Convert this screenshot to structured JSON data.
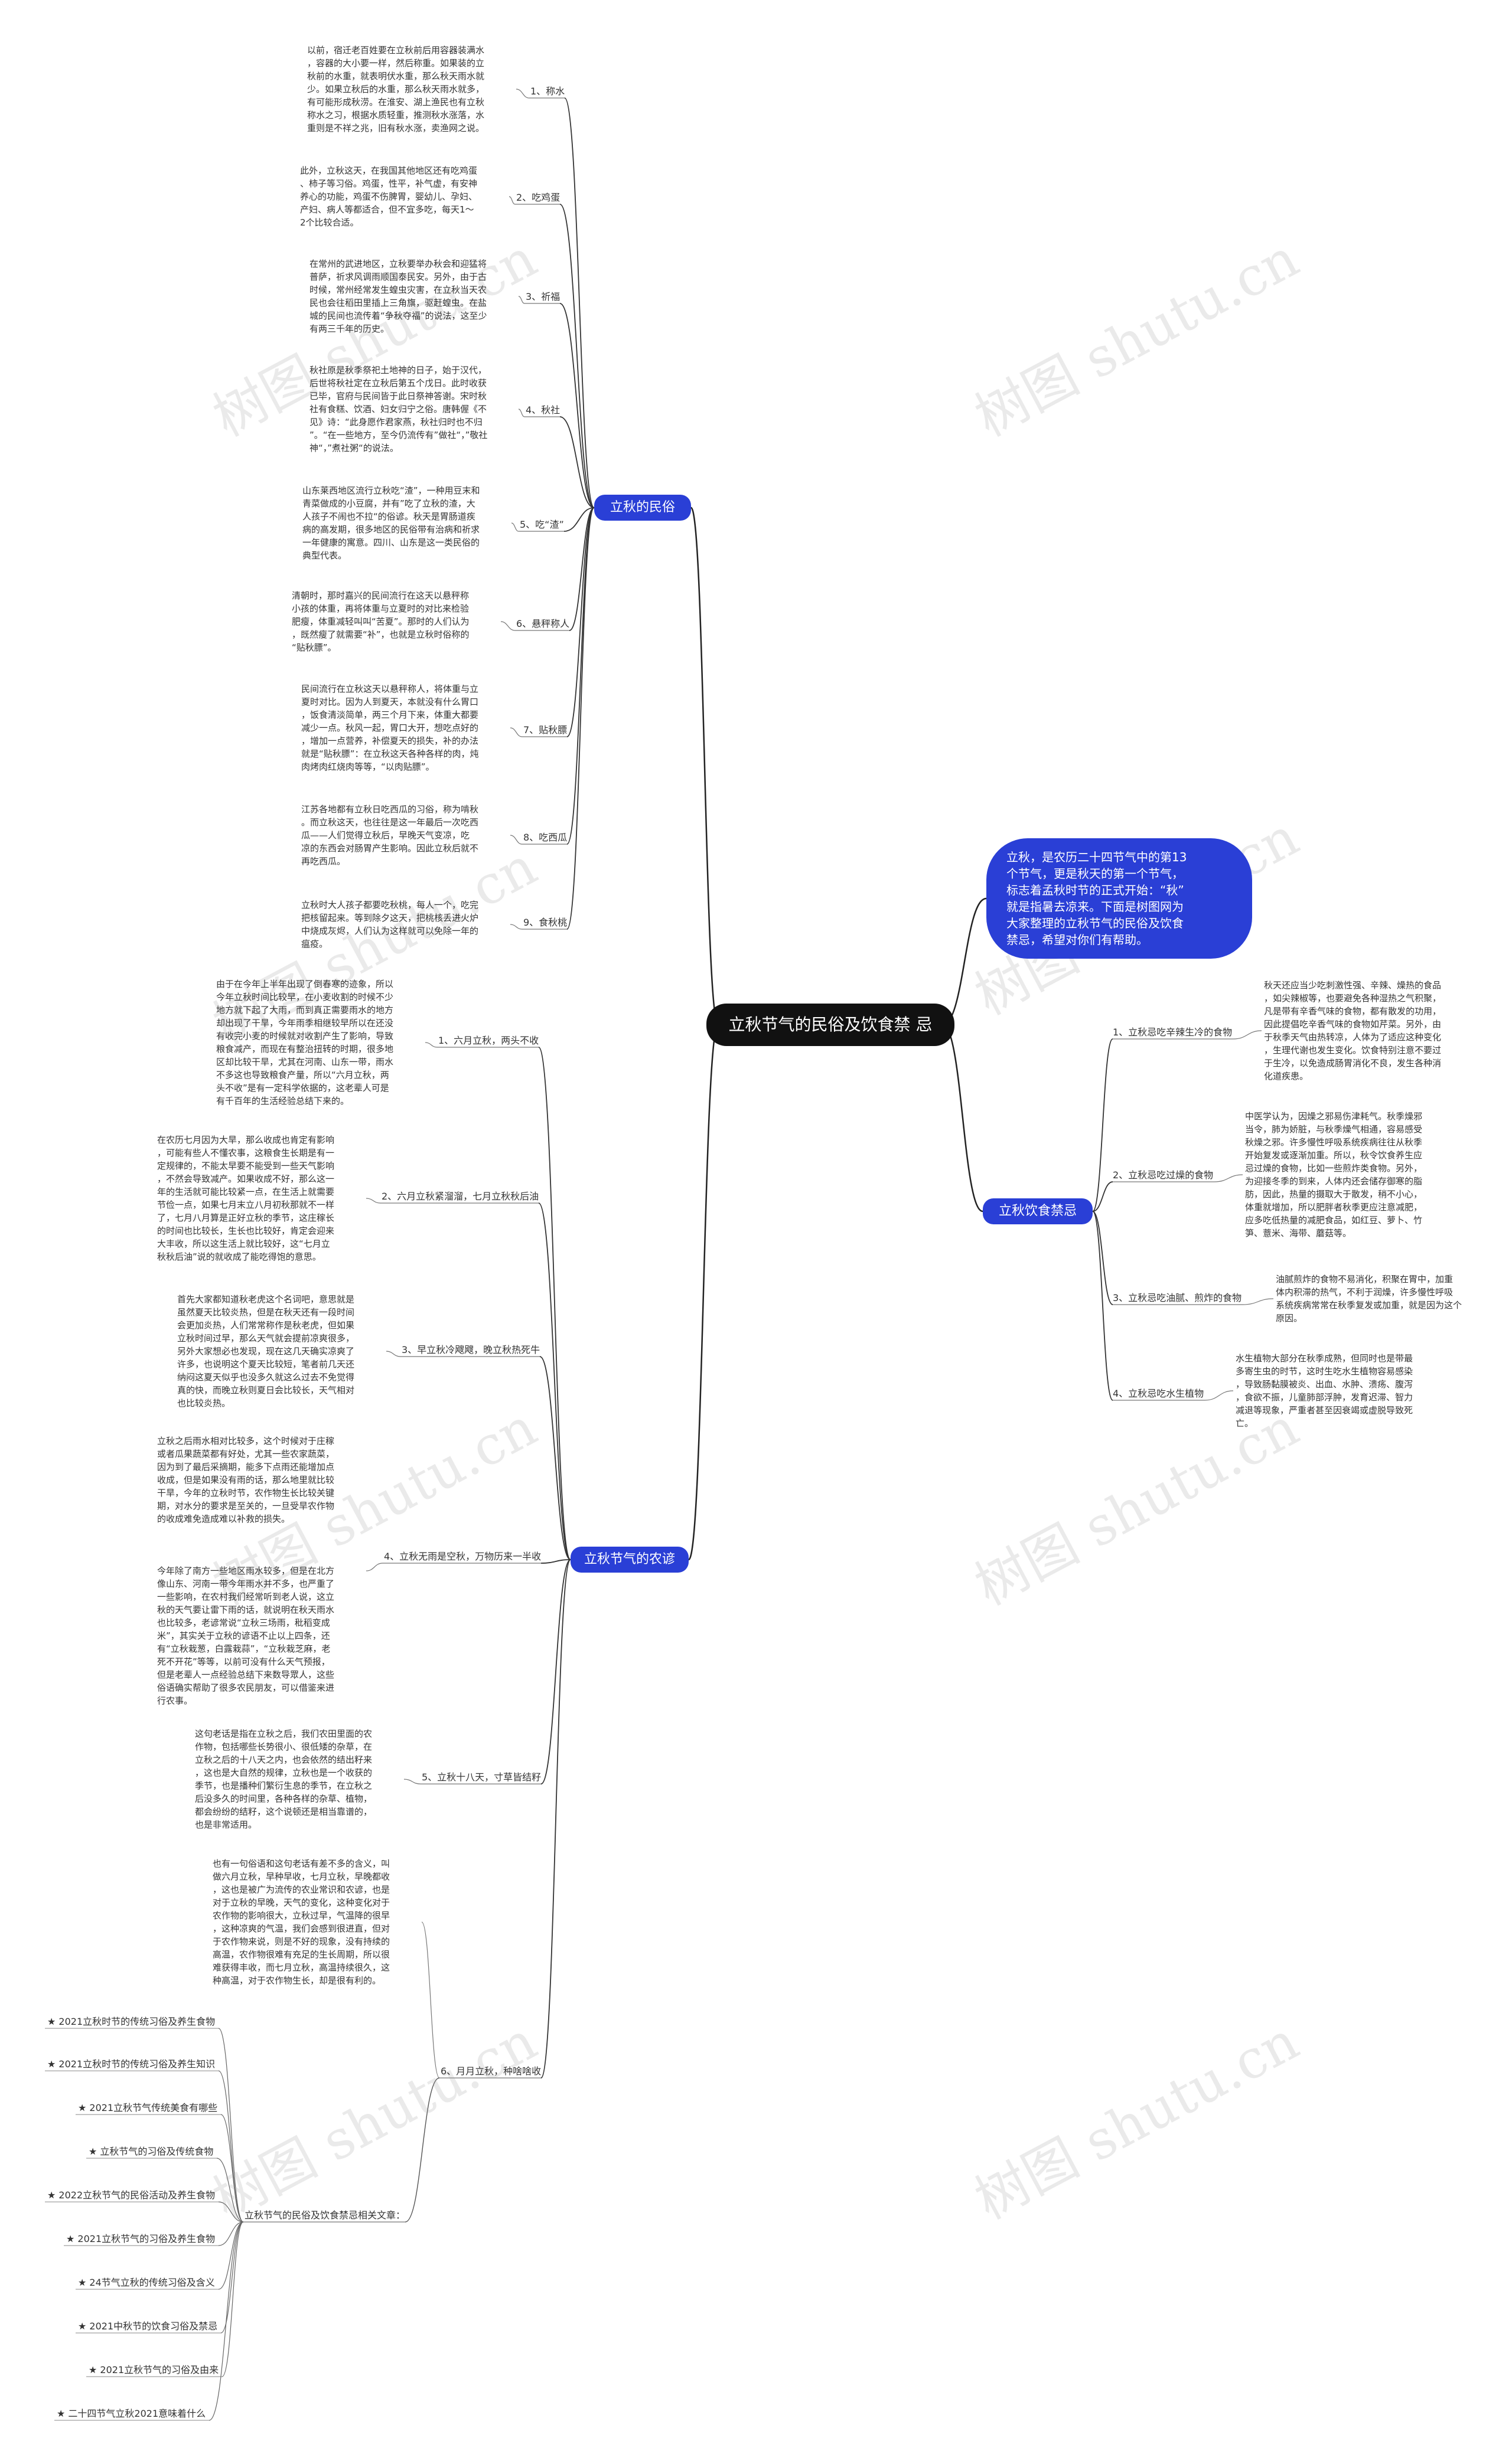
{
  "root": "立秋节气的民俗及饮食禁\n忌",
  "intro": "立秋，是农历二十四节气中的第13\n个节气，更是秋天的第一个节气，\n标志着孟秋时节的正式开始：“秋”\n就是指暑去凉来。下面是树图网为\n大家整理的立秋节气的民俗及饮食\n禁忌，希望对你们有帮助。",
  "watermark": "树图 shutu.cn",
  "branches": {
    "folk": {
      "title": "立秋的民俗",
      "items": [
        {
          "label": "1、称水",
          "text": "以前，宿迁老百姓要在立秋前后用容器装满水\n，容器的大小要一样，然后称重。如果装的立\n秋前的水重，就表明伏水重，那么秋天雨水就\n少。如果立秋后的水重，那么秋天雨水就多，\n有可能形成秋涝。在淮安、湖上渔民也有立秋\n称水之习，根据水质轻重，推测秋水涨落，水\n重则是不祥之兆，旧有秋水涨，卖渔网之说。"
        },
        {
          "label": "2、吃鸡蛋",
          "text": "此外，立秋这天，在我国其他地区还有吃鸡蛋\n、柿子等习俗。鸡蛋，性平，补气虚，有安神\n养心的功能，鸡蛋不伤脾胃，婴幼儿、孕妇、\n产妇、病人等都适合，但不宜多吃，每天1～\n2个比较合适。"
        },
        {
          "label": "3、祈福",
          "text": "在常州的武进地区，立秋要举办秋会和迎猛将\n普萨，祈求风调雨顺国泰民安。另外，由于古\n时候，常州经常发生蝗虫灾害，在立秋当天农\n民也会往稻田里插上三角旗，驱赶蝗虫。在盐\n城的民间也流传着“争秋夺福”的说法，这至少\n有两三千年的历史。"
        },
        {
          "label": "4、秋社",
          "text": "秋社原是秋季祭祀土地神的日子，始于汉代，\n后世将秋社定在立秋后第五个戊日。此时收获\n已毕，官府与民间皆于此日祭神答谢。宋时秋\n社有食糕、饮酒、妇女归宁之俗。唐韩偓《不\n见》诗：“此身愿作君家燕，秋社归时也不归\n”。“在一些地方，至今仍流传有”做社“，”敬社\n神“，”煮社粥“的说法。"
        },
        {
          "label": "5、吃“渣”",
          "text": "山东莱西地区流行立秋吃“渣”，一种用豆末和\n青菜做成的小豆腐，并有”吃了立秋的渣，大\n人孩子不闹也不拉“的俗谚。秋天是胃肠道疾\n病的高发期，很多地区的民俗带有治病和祈求\n一年健康的寓意。四川、山东是这一类民俗的\n典型代表。"
        },
        {
          "label": "6、悬秤称人",
          "text": "清朝时，那时嘉兴的民间流行在这天以悬秤称\n小孩的体重，再将体重与立夏时的对比来检验\n肥瘦，体重减轻叫叫“苦夏”。那时的人们认为\n，既然瘦了就需要“补”，也就是立秋时俗称的\n“贴秋膘”。"
        },
        {
          "label": "7、贴秋膘",
          "text": "民间流行在立秋这天以悬秤称人，将体重与立\n夏时对比。因为人到夏天，本就没有什么胃口\n，饭食清淡简单，两三个月下来，体重大都要\n减少一点。秋风一起，胃口大开，想吃点好的\n，增加一点营养，补偿夏天的损失，补的办法\n就是“贴秋膘”：在立秋这天各种各样的肉，炖\n肉烤肉红烧肉等等，“以肉贴膘”。"
        },
        {
          "label": "8、吃西瓜",
          "text": "江苏各地都有立秋日吃西瓜的习俗，称为啃秋\n。而立秋这天，也往往是这一年最后一次吃西\n瓜——人们觉得立秋后，早晚天气变凉，吃\n凉的东西会对肠胃产生影响。因此立秋后就不\n再吃西瓜。"
        },
        {
          "label": "9、食秋桃",
          "text": "立秋时大人孩子都要吃秋桃，每人一个，吃完\n把核留起来。等到除夕这天，把桃核丢进火炉\n中烧成灰烬，人们认为这样就可以免除一年的\n瘟疫。"
        }
      ]
    },
    "farm": {
      "title": "立秋节气的农谚",
      "items": [
        {
          "label": "1、六月立秋，两头不收",
          "text": "由于在今年上半年出现了倒春寒的迹象，所以\n今年立秋时间比较早，在小麦收割的时候不少\n地方就下起了大雨，而到真正需要雨水的地方\n却出现了干旱，今年雨季相继较早所以在还没\n有收完小麦的时候就对收割产生了影响，导致\n粮食减产，而现在有整治扭转的时期，很多地\n区却比较干旱，尤其在河南、山东一带，雨水\n不多这也导致粮食产量，所以“六月立秋，两\n头不收”是有一定科学依据的，这老辈人可是\n有千百年的生活经验总结下来的。"
        },
        {
          "label": "2、六月立秋紧溜溜，七月立秋秋后油",
          "text": "在农历七月因为大旱，那么收成也肯定有影响\n，可能有些人不懂农事，这粮食生长期是有一\n定规律的，不能太早要不能受到一些天气影响\n，不然会导致减产。如果收成不好，那么这一\n年的生活就可能比较紧一点，在生活上就需要\n节俭一点，如果七月末立八月初秋那就不一样\n了，七月八月算是正好立秋的季节，这庄稼长\n的时间也比较长，生长也比较好，肯定会迎来\n大丰收，所以这生活上就比较好，这“七月立\n秋秋后油”说的就收成了能吃得饱的意思。"
        },
        {
          "label": "3、早立秋冷飕飕，晚立秋热死牛",
          "text": "首先大家都知道秋老虎这个名词吧，意思就是\n虽然夏天比较炎热，但是在秋天还有一段时间\n会更加炎热，人们常常称作是秋老虎，但如果\n立秋时间过早，那么天气就会提前凉爽很多，\n另外大家想必也发现，现在这几天确实凉爽了\n许多，也说明这个夏天比较短，笔者前几天还\n纳闷这夏天似乎也没多久就这么过去不免觉得\n真的快，而晚立秋则夏日会比较长，天气相对\n也比较炎热。"
        },
        {
          "label": "4、立秋无雨是空秋，万物历来一半收",
          "text": "立秋之后雨水相对比较多，这个时候对于庄稼\n或者瓜果蔬菜都有好处，尤其一些农家蔬菜，\n因为到了最后采摘期，能多下点雨还能增加点\n收成，但是如果没有雨的话，那么地里就比较\n干旱，今年的立秋时节，农作物生长比较关键\n期，对水分的要求是至关的，一旦受旱农作物\n的收成难免造成难以补救的损失。\n\n\n\n今年除了南方一些地区雨水较多，但是在北方\n像山东、河南一带今年雨水并不多，也严重了\n一些影响，在农村我们经常听到老人说，这立\n秋的天气要让雷下雨的话，就说明在秋天雨水\n也比较多，老谚常说“立秋三场雨，秕稻变成\n米”，其实关于立秋的谚语不止以上四条，还\n有“立秋栽葱，白露栽蒜”，“立秋栽芝麻，老\n死不开花”等等，以前可没有什么天气预报，\n但是老辈人一点经验总结下来数导眾人，这些\n俗语确实帮助了很多农民朋友，可以借鉴来进\n行农事。"
        },
        {
          "label": "5、立秋十八天，寸草皆结籽",
          "text": "这句老话是指在立秋之后，我们农田里面的农\n作物，包括哪些长势很小、很低矮的杂草，在\n立秋之后的十八天之内，也会依然的结出籽来\n，这也是大自然的规律，立秋也是一个收获的\n季节，也是播种们繁衍生息的季节，在立秋之\n后没多久的时间里，各种各样的杂草、植物，\n都会纷纷的结籽，这个说顿还是相当靠谱的，\n也是非常适用。"
        },
        {
          "label": "6、月月立秋，种啥啥收",
          "text": "也有一句俗语和这句老话有差不多的含义，叫\n做六月立秋，早种早收，七月立秋，早晚都收\n，这也是被广为流传的农业常识和农谚，也是\n对于立秋的早晚，天气的变化，这种变化对于\n农作物的影响很大，立秋过早，气温降的很早\n，这种凉爽的气温，我们会感到很进直，但对\n于农作物来说，则是不好的现象，没有持续的\n高温，农作物很难有充足的生长周期，所以很\n难获得丰收，而七月立秋，高温持续很久，这\n种高温，对于农作物生长，却是很有利的。"
        }
      ],
      "related": {
        "label": "立秋节气的民俗及饮食禁忌相关文章：",
        "links": [
          "★ 2021立秋时节的传统习俗及养生食物",
          "★ 2021立秋时节的传统习俗及养生知识",
          "★ 2021立秋节气传统美食有哪些",
          "★ 立秋节气的习俗及传统食物",
          "★ 2022立秋节气的民俗活动及养生食物",
          "★ 2021立秋节气的习俗及养生食物",
          "★ 24节气立秋的传统习俗及含义",
          "★ 2021中秋节的饮食习俗及禁忌",
          "★ 2021立秋节气的习俗及由来",
          "★ 二十四节气立秋2021意味着什么"
        ]
      }
    },
    "diet": {
      "title": "立秋饮食禁忌",
      "items": [
        {
          "label": "1、立秋忌吃辛辣生冷的食物",
          "text": "秋天还应当少吃刺激性强、辛辣、燥热的食品\n，如尖辣椒等，也要避免各种湿热之气积聚，\n凡是带有辛香气味的食物，都有散发的功用，\n因此提倡吃辛香气味的食物如芹菜。另外，由\n于秋季天气由热转凉，人体为了适应这种变化\n，生理代谢也发生变化。饮食特别注意不要过\n于生冷，以免造成肠胃消化不良，发生各种消\n化道疾患。"
        },
        {
          "label": "2、立秋忌吃过燥的食物",
          "text": "中医学认为，因燥之邪易伤津耗气。秋季燥邪\n当令，肺为娇脏，与秋季燥气相通，容易感受\n秋燥之邪。许多慢性呼吸系统疾病往往从秋季\n开始复发或逐渐加重。所以，秋令饮食养生应\n忌过燥的食物，比如一些煎炸类食物。另外，\n为迎接冬季的到来，人体内还会储存御寒的脂\n肪，因此，热量的摄取大于散发，稍不小心，\n体重就增加，所以肥胖者秋季更应注意减肥，\n应多吃低热量的减肥食品，如红豆、萝卜、竹\n笋、薏米、海带、蘑菇等。"
        },
        {
          "label": "3、立秋忌吃油腻、煎炸的食物",
          "text": "油腻煎炸的食物不易消化，积聚在胃中，加重\n体内积滞的热气，不利于润燥，许多慢性呼吸\n系统疾病常常在秋季复发或加重，就是因为这个\n原因。"
        },
        {
          "label": "4、立秋忌吃水生植物",
          "text": "水生植物大部分在秋季成熟，但同时也是带最\n多寄生虫的时节，这时生吃水生植物容易感染\n，导致肠黏膜被炎、出血、水肿、溃疡、腹泻\n，食欲不振，儿童肺部浮肿，发育迟滞、智力\n减退等现象，严重者甚至因衰竭或虚脱导致死\n亡。"
        }
      ]
    }
  }
}
